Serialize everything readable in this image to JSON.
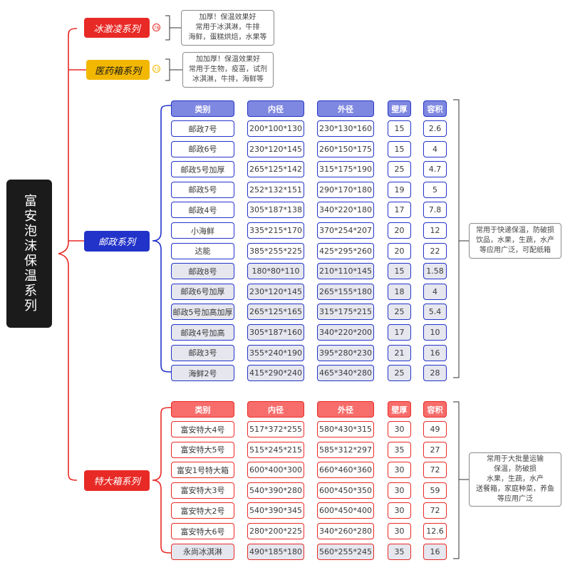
{
  "title": "富安泡沫保温系列",
  "colors": {
    "red": "#e82a26",
    "yellow": "#f2b701",
    "blue": "#2233c9",
    "black": "#1b1b1b"
  },
  "branches": {
    "ice": {
      "label": "冰激凌系列",
      "badge": "78",
      "note": [
        "加厚！保温效果好",
        "常用于冰淇淋，牛排",
        "海鲜，蛋糕烘焙，水果等"
      ]
    },
    "medicine": {
      "label": "医药箱系列",
      "badge": "33",
      "note": [
        "加加厚！保温效果好",
        "常用于生物，疫苗，试剂",
        "冰淇淋，牛排，海鲜等"
      ]
    },
    "postal": {
      "label": "邮政系列",
      "note": [
        "常用于快递保温，防破损",
        "饮品，水果，生蔬，水产",
        "等应用广泛，可配纸箱"
      ]
    },
    "large": {
      "label": "特大箱系列",
      "note": [
        "常用于大批量运输",
        "保温，防破损",
        "水果，生蔬，水产",
        "送餐箱，家庭种菜，养鱼",
        "等应用广泛"
      ]
    }
  },
  "postal_table": {
    "headers": [
      "类别",
      "内径",
      "外径",
      "壁厚",
      "容积"
    ],
    "rows": [
      [
        "邮政7号",
        "200*100*130",
        "230*130*160",
        "15",
        "2.6"
      ],
      [
        "邮政6号",
        "230*120*145",
        "260*150*175",
        "15",
        "4"
      ],
      [
        "邮政5号加厚",
        "265*125*142",
        "315*175*190",
        "25",
        "4.7"
      ],
      [
        "邮政5号",
        "252*132*151",
        "290*170*180",
        "19",
        "5"
      ],
      [
        "邮政4号",
        "305*187*138",
        "340*220*180",
        "17",
        "7.8"
      ],
      [
        "小海鲜",
        "335*215*170",
        "370*254*207",
        "20",
        "12"
      ],
      [
        "达能",
        "385*255*225",
        "425*295*260",
        "20",
        "22"
      ],
      [
        "邮政8号",
        "180*80*110",
        "210*110*145",
        "15",
        "1.58"
      ],
      [
        "邮政6号加厚",
        "230*120*145",
        "265*155*180",
        "18",
        "4"
      ],
      [
        "邮政5号加高加厚",
        "265*125*165",
        "315*175*215",
        "25",
        "5.4"
      ],
      [
        "邮政4号加高",
        "305*187*160",
        "340*220*200",
        "17",
        "10"
      ],
      [
        "邮政3号",
        "355*240*190",
        "395*280*230",
        "21",
        "16"
      ],
      [
        "海鲜2号",
        "415*290*240",
        "465*340*280",
        "25",
        "28"
      ]
    ]
  },
  "large_table": {
    "headers": [
      "类别",
      "内径",
      "外径",
      "壁厚",
      "容积"
    ],
    "rows": [
      [
        "富安特大4号",
        "517*372*255",
        "580*430*315",
        "30",
        "49"
      ],
      [
        "富安特大5号",
        "515*245*215",
        "585*312*297",
        "35",
        "27"
      ],
      [
        "富安1号特大箱",
        "600*400*300",
        "660*460*360",
        "30",
        "72"
      ],
      [
        "富安特大3号",
        "540*390*280",
        "600*450*350",
        "30",
        "59"
      ],
      [
        "富安特大2号",
        "540*390*345",
        "600*450*400",
        "30",
        "72"
      ],
      [
        "富安特大6号",
        "280*200*225",
        "340*260*280",
        "30",
        "12.6"
      ],
      [
        "永尚冰淇淋",
        "490*185*180",
        "560*255*245",
        "35",
        "16"
      ]
    ]
  }
}
